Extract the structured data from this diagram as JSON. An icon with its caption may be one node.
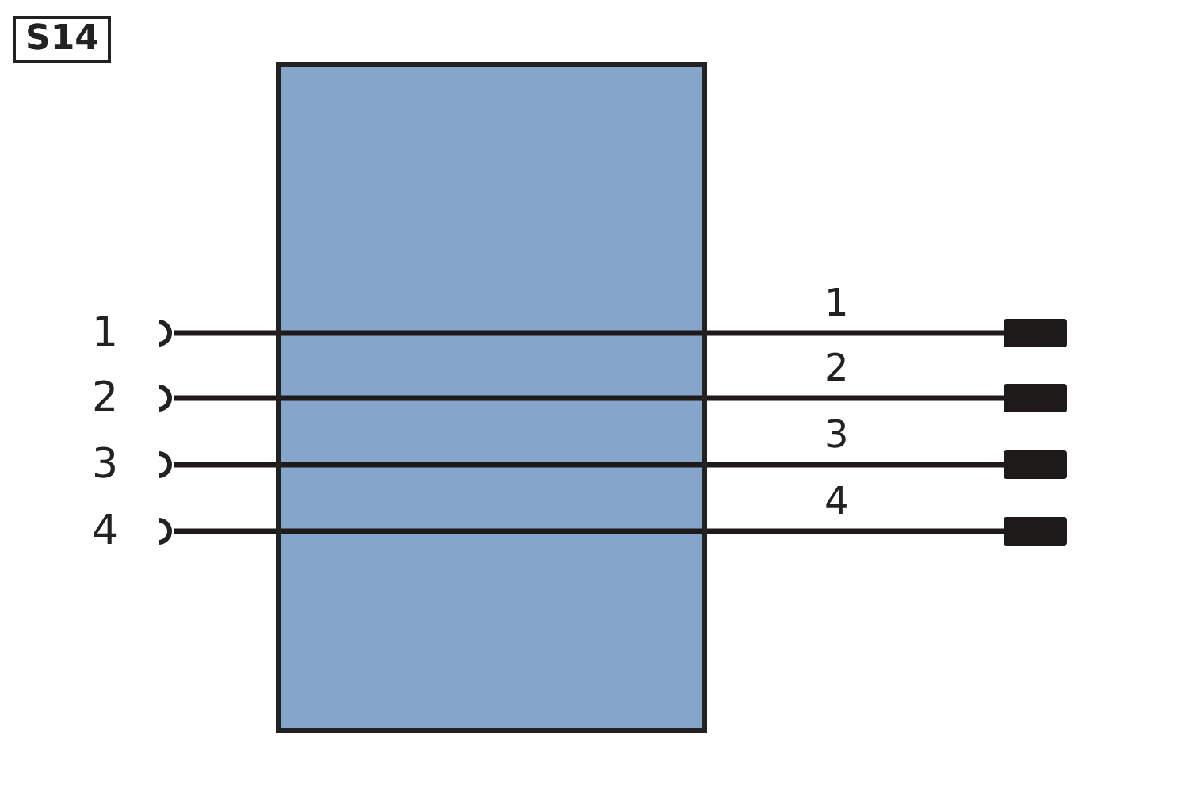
{
  "diagram": {
    "title": "S14",
    "nodes": [
      {
        "text": [],
        "shape": "box"
      },
      {
        "text": [],
        "shape": "socket",
        "beside": [
          "1"
        ]
      },
      {
        "text": [],
        "shape": "socket",
        "beside": [
          "2"
        ]
      },
      {
        "text": [],
        "shape": "socket",
        "beside": [
          "3"
        ]
      },
      {
        "text": [],
        "shape": "socket",
        "beside": [
          "4"
        ]
      },
      {
        "text": [],
        "shape": "bar"
      },
      {
        "text": [],
        "shape": "bar"
      },
      {
        "text": [],
        "shape": "bar"
      },
      {
        "text": [],
        "shape": "bar"
      }
    ],
    "edges": [
      {
        "from": 1,
        "to": 0,
        "arrow": "none"
      },
      {
        "from": 2,
        "to": 0,
        "arrow": "none"
      },
      {
        "from": 3,
        "to": 0,
        "arrow": "none"
      },
      {
        "from": 4,
        "to": 0,
        "arrow": "none"
      },
      {
        "from": 0,
        "to": 5,
        "arrow": "none",
        "label": "1"
      },
      {
        "from": 0,
        "to": 6,
        "arrow": "none",
        "label": "2"
      },
      {
        "from": 0,
        "to": 7,
        "arrow": "none",
        "label": "3"
      },
      {
        "from": 0,
        "to": 8,
        "arrow": "none",
        "label": "4"
      }
    ]
  }
}
